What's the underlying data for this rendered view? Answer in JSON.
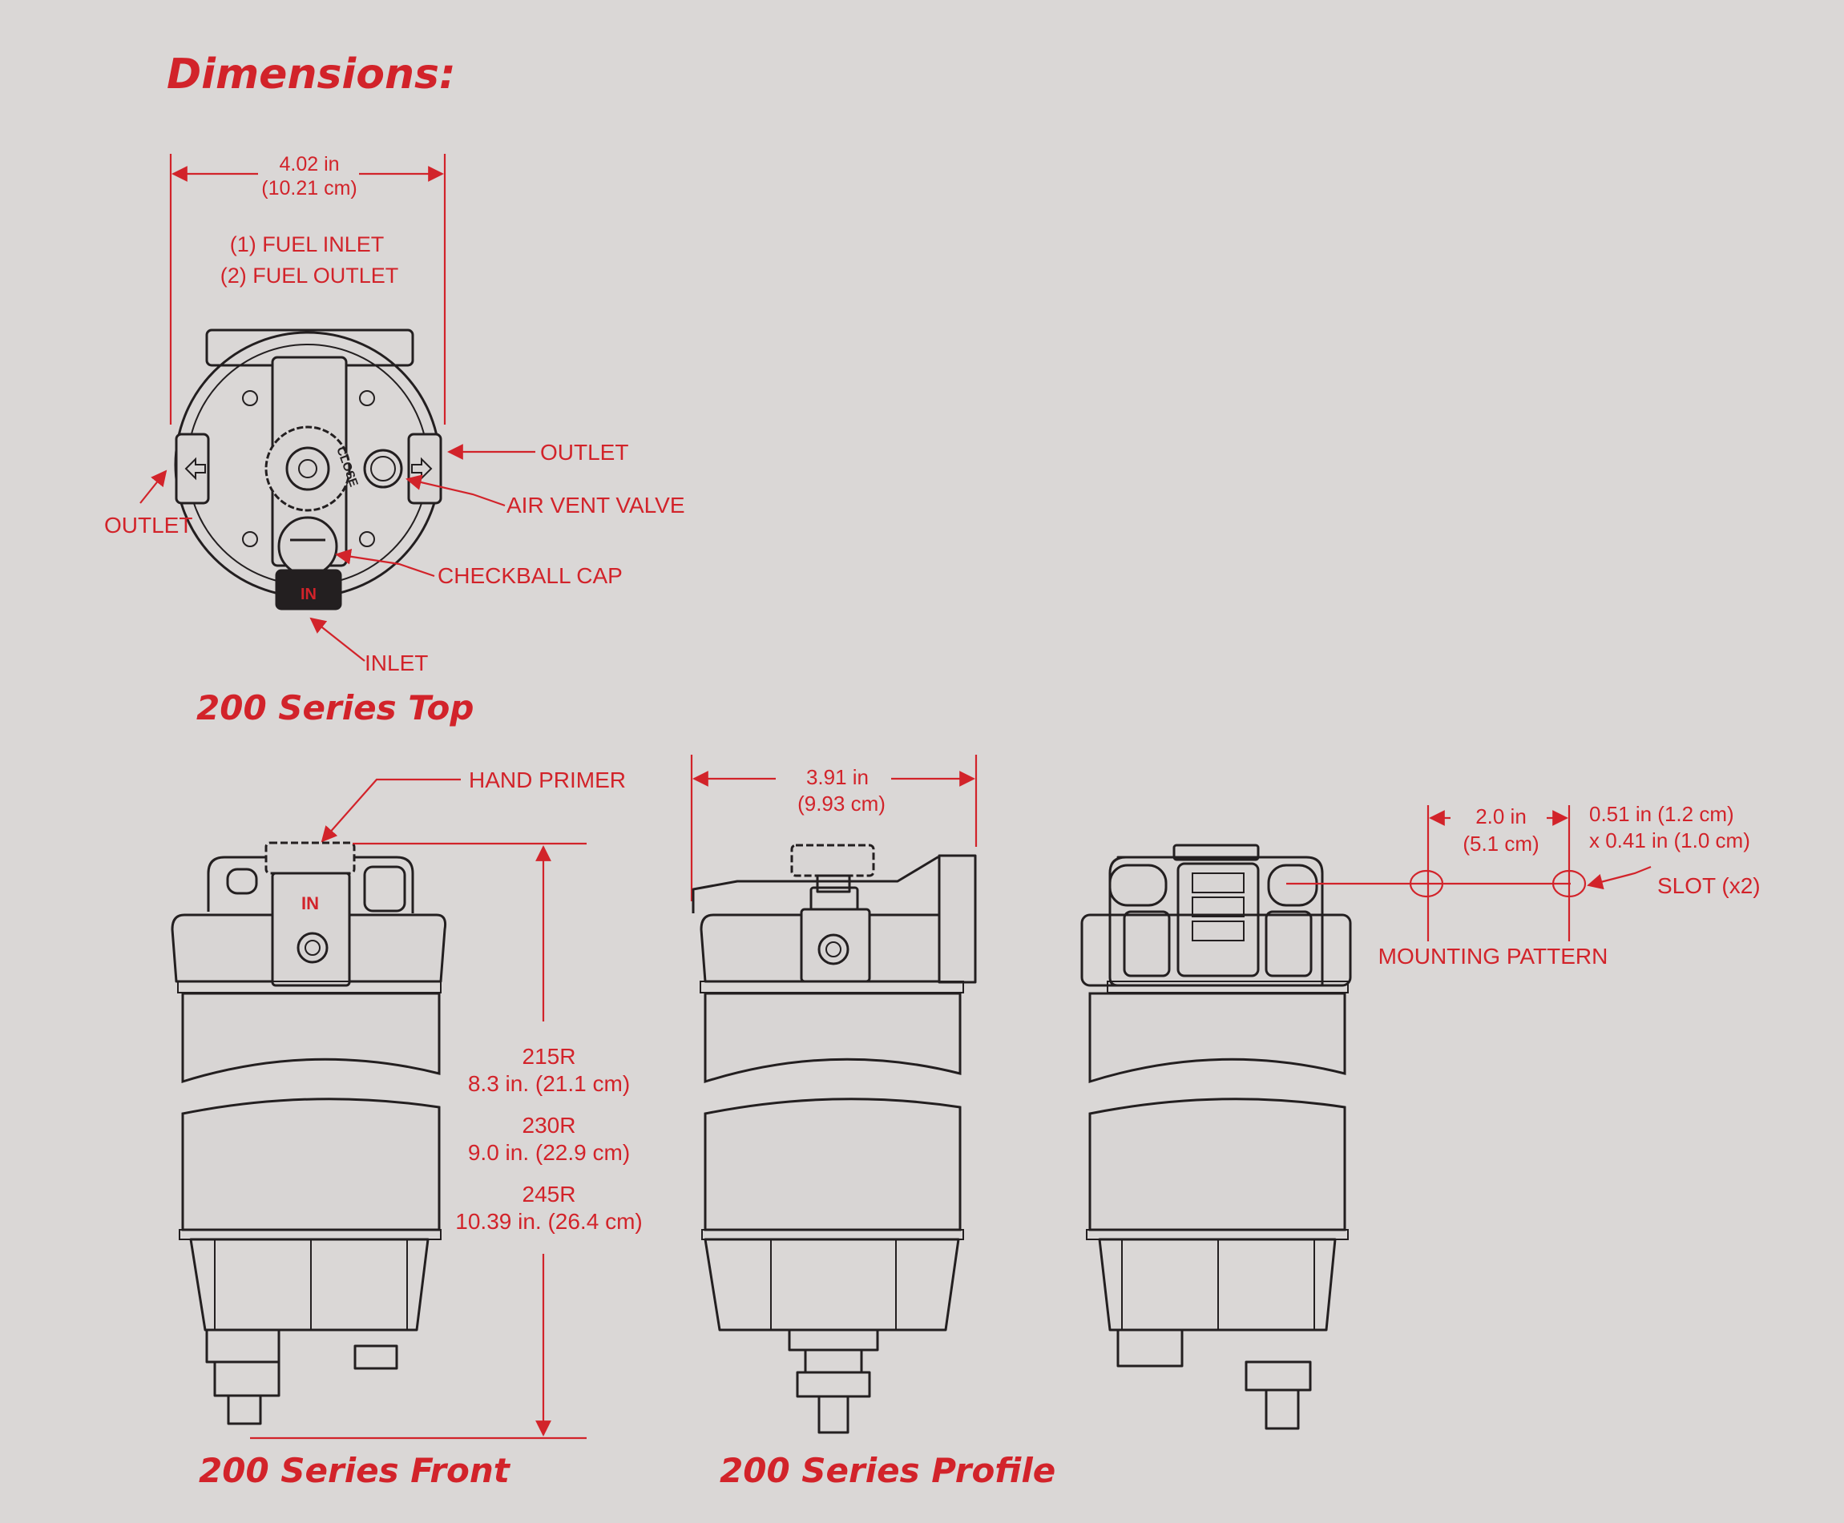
{
  "page_title": "Dimensions:",
  "colors": {
    "accent": "#d2232a",
    "background": "#dad7d6",
    "line": "#231f20"
  },
  "top_view": {
    "caption": "200 Series Top",
    "width_in": "4.02 in",
    "width_cm": "(10.21 cm)",
    "note_line1": "(1) FUEL INLET",
    "note_line2": "(2) FUEL OUTLET",
    "label_outlet_right": "OUTLET",
    "label_air_vent": "AIR VENT VALVE",
    "label_checkball": "CHECKBALL CAP",
    "label_inlet": "INLET",
    "label_outlet_left": "OUTLET",
    "knob_text": "CLOSE",
    "port_text": "IN"
  },
  "front_view": {
    "caption": "200 Series Front",
    "label_hand_primer": "HAND PRIMER",
    "port_text": "IN",
    "height_specs": [
      {
        "model": "215R",
        "size": "8.3 in. (21.1 cm)"
      },
      {
        "model": "230R",
        "size": "9.0 in. (22.9 cm)"
      },
      {
        "model": "245R",
        "size": "10.39 in. (26.4 cm)"
      }
    ]
  },
  "profile_view": {
    "caption": "200 Series Profile",
    "width_in": "3.91 in",
    "width_cm": "(9.93 cm)"
  },
  "back_view": {
    "spacing_in": "2.0 in",
    "spacing_cm": "(5.1 cm)",
    "slot_size_line1": "0.51 in (1.2 cm)",
    "slot_size_line2": "x 0.41 in (1.0 cm)",
    "label_slot": "SLOT (x2)",
    "label_mounting": "MOUNTING PATTERN"
  }
}
